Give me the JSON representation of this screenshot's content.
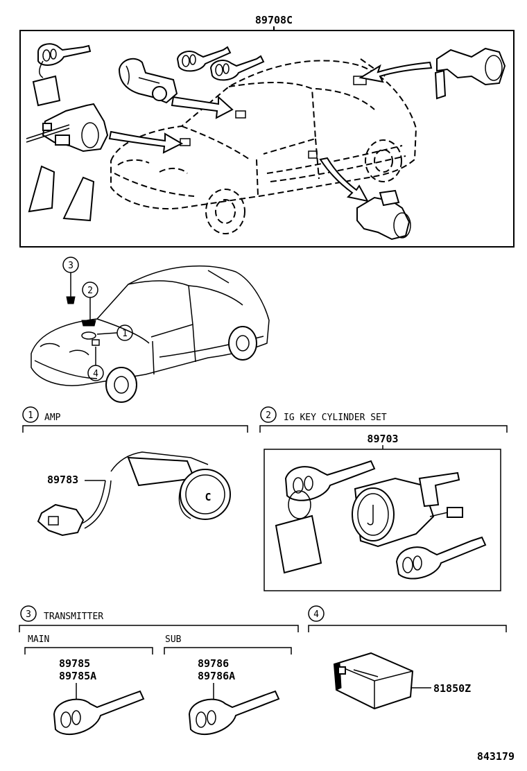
{
  "diagram": {
    "top_set_number": "89708C",
    "callouts": [
      "1",
      "2",
      "3",
      "4"
    ],
    "sections": {
      "amp": {
        "num": "1",
        "title": "AMP",
        "part": "89783"
      },
      "ig_key": {
        "num": "2",
        "title": "IG KEY CYLINDER SET",
        "part": "89703"
      },
      "transmitter": {
        "num": "3",
        "title": "TRANSMITTER",
        "main": {
          "label": "MAIN",
          "part_a": "89785",
          "part_b": "89785A"
        },
        "sub": {
          "label": "SUB",
          "part_a": "89786",
          "part_b": "89786A"
        }
      },
      "receiver": {
        "num": "4",
        "part": "81850Z"
      }
    },
    "illustration_code": "843179"
  }
}
